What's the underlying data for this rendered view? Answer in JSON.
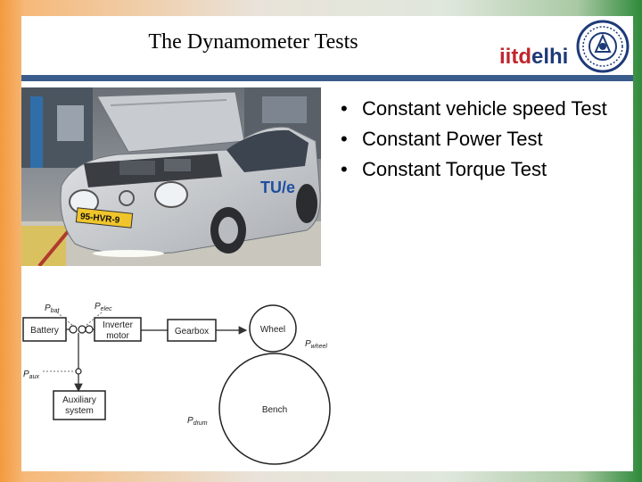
{
  "slide": {
    "title": "The Dynamometer Tests",
    "logo_prefix": "iitd",
    "logo_suffix": "elhi",
    "bullets": [
      "Constant vehicle speed Test",
      "Constant Power Test",
      "Constant Torque Test"
    ]
  },
  "photo": {
    "plate": "95-HVR-9",
    "door_text": "TU/e"
  },
  "diagram": {
    "battery": "Battery",
    "inverter_1": "Inverter",
    "inverter_2": "motor",
    "gearbox": "Gearbox",
    "wheel": "Wheel",
    "bench": "Bench",
    "auxiliary_1": "Auxiliary",
    "auxiliary_2": "system",
    "p_bat_main": "P",
    "p_bat_sub": "bat",
    "p_elec_main": "P",
    "p_elec_sub": "elec",
    "p_aux_main": "P",
    "p_aux_sub": "aux",
    "p_wheel_main": "P",
    "p_wheel_sub": "wheel",
    "p_drum_main": "P",
    "p_drum_sub": "drum"
  },
  "colors": {
    "rule": "#3a5c8c",
    "logo_red": "#c0272d",
    "logo_blue": "#1e3a78"
  }
}
